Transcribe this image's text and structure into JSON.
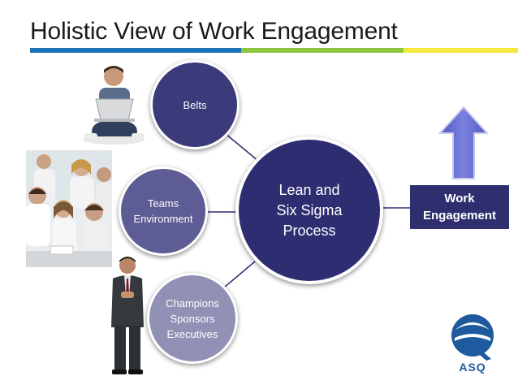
{
  "title": "Holistic View of Work Engagement",
  "title_bar_colors": [
    "#1f74b8",
    "#8dc63f",
    "#f2e93c"
  ],
  "diagram": {
    "center": {
      "label": "Lean and\nSix Sigma\nProcess",
      "color": "#2e2d72"
    },
    "satellites": [
      {
        "id": "belts",
        "label": "Belts",
        "color": "#3b3a7a"
      },
      {
        "id": "teams",
        "label": "Teams\nEnvironment",
        "color": "#5d5c94"
      },
      {
        "id": "champions",
        "label": "Champions\nSponsors\nExecutives",
        "color": "#9190b5"
      }
    ],
    "output": {
      "label": "Work\nEngagement",
      "color": "#2f2f6f"
    },
    "arrow_color": "#6b6fd0"
  },
  "logo": {
    "text": "ASQ",
    "color": "#1e5a9e"
  }
}
